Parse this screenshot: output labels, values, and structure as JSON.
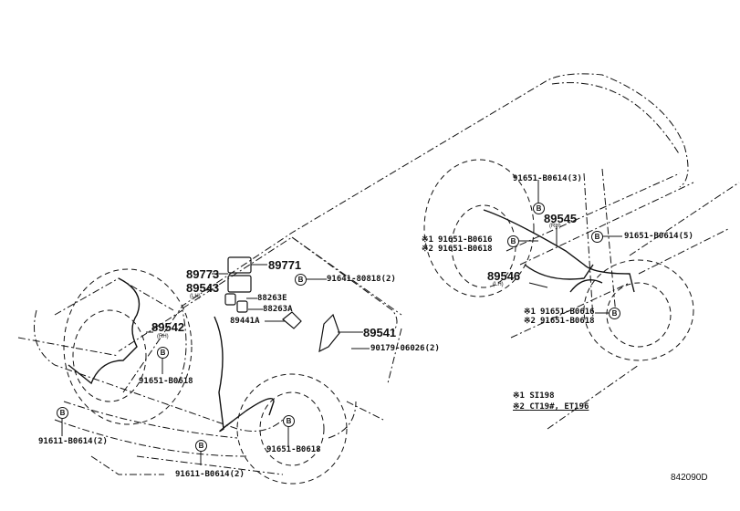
{
  "diagram": {
    "title": "ABS wheel speed sensor & actuator parts layout",
    "drawing_code": "842090D",
    "bolt_symbol": "B",
    "labels": {
      "p89771": "89771",
      "p89773": "89773",
      "p89543": "89543",
      "p89543_side": "(LH)",
      "p88263E": "88263E",
      "p88263A": "88263A",
      "p89441A": "89441A",
      "p91641": "91641-80818(2)",
      "p89541": "89541",
      "p90179": "90179-06026(2)",
      "p89542": "89542",
      "p89542_side": "(RH)",
      "p91651_front_r": "91651-B0618",
      "p91611_left": "91611-B0614(2)",
      "p91611_center": "91611-B0614(2)",
      "p91651_front_l": "91651-B0618",
      "p91651_3": "91651-B0614(3)",
      "p89545": "89545",
      "p89545_side": "(RH)",
      "p91651_5": "91651-B0614(5)",
      "rear_r_n1_mark": "※1",
      "rear_r_n1": "91651-B0616",
      "rear_r_n2_mark": "※2",
      "rear_r_n2": "91651-B0618",
      "p89546": "89546",
      "p89546_side": "(LH)",
      "rear_l_n1_mark": "※1",
      "rear_l_n1": "91651-B0616",
      "rear_l_n2_mark": "※2",
      "rear_l_n2": "91651-B0618"
    },
    "notes": [
      {
        "mark": "※1",
        "text": "SI198"
      },
      {
        "mark": "※2",
        "text": "CT19#, ET196"
      }
    ],
    "line_color": "#111111",
    "background": "#ffffff"
  }
}
